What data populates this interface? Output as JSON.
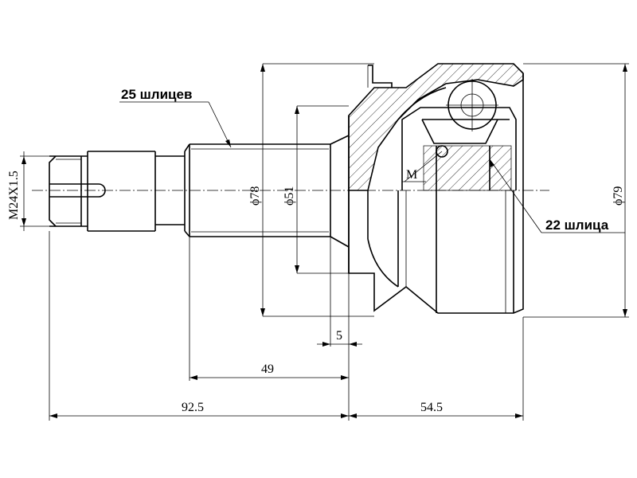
{
  "labels": {
    "splines_shaft": "25 шлицев",
    "splines_inner": "22 шлица",
    "mark_m": "M"
  },
  "dimensions": {
    "thread": "M24X1.5",
    "dia_outer_shaft": "ϕ78",
    "dia_seal": "ϕ51",
    "dia_body": "ϕ79",
    "width_5": "5",
    "length_49": "49",
    "length_92_5": "92.5",
    "length_54_5": "54.5"
  },
  "colors": {
    "line": "#000000",
    "background": "#ffffff"
  }
}
